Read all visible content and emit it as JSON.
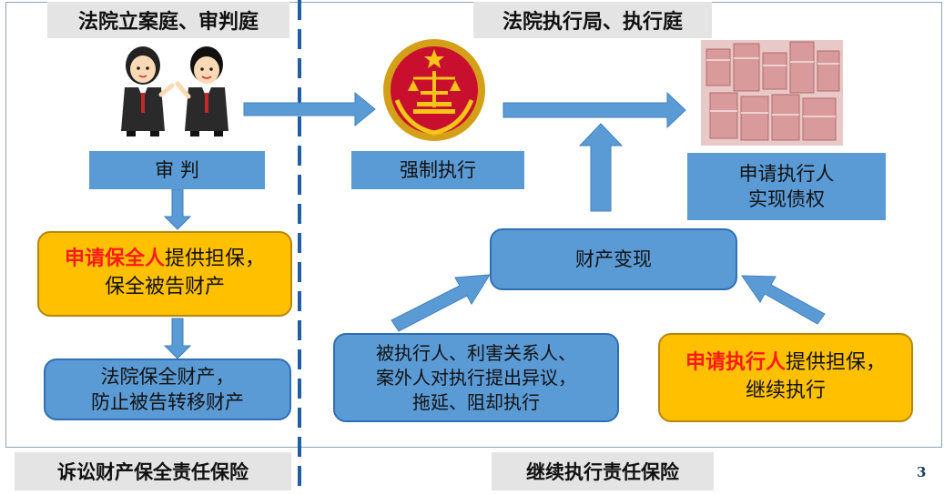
{
  "headers": {
    "court_trial": "法院立案庭、审判庭",
    "court_execution": "法院执行局、执行庭"
  },
  "boxes": {
    "trial": "审 判",
    "forced_execution": "强制执行",
    "creditor_line1": "申请执行人",
    "creditor_line2": "实现债权",
    "apply_preserve_red": "申请保全人",
    "apply_preserve_rest": "提供担保，",
    "apply_preserve_line2": "保全被告财产",
    "court_preserve_line1": "法院保全财产，",
    "court_preserve_line2": "防止被告转移财产",
    "realization": "财产变现",
    "objection_line1": "被执行人、利害关系人、",
    "objection_line2": "案外人对执行提出异议，",
    "objection_line3": "拖延、阻却执行",
    "continue_red": "申请执行人",
    "continue_rest": "提供担保，",
    "continue_line2": "继续执行"
  },
  "footer": {
    "left": "诉讼财产保全责任保险",
    "right": "继续执行责任保险",
    "page_number": "3"
  },
  "colors": {
    "box_blue": "#5b9bd5",
    "arrow_blue": "#5b9bd5",
    "highlight_yellow": "#ffc000",
    "emphasis_red": "#ff1a1a",
    "label_grey": "#e4e4e4",
    "divider_blue": "#1f5fa8"
  },
  "icons": [
    "judges-illustration",
    "court-emblem-icon",
    "money-stacks-image"
  ]
}
